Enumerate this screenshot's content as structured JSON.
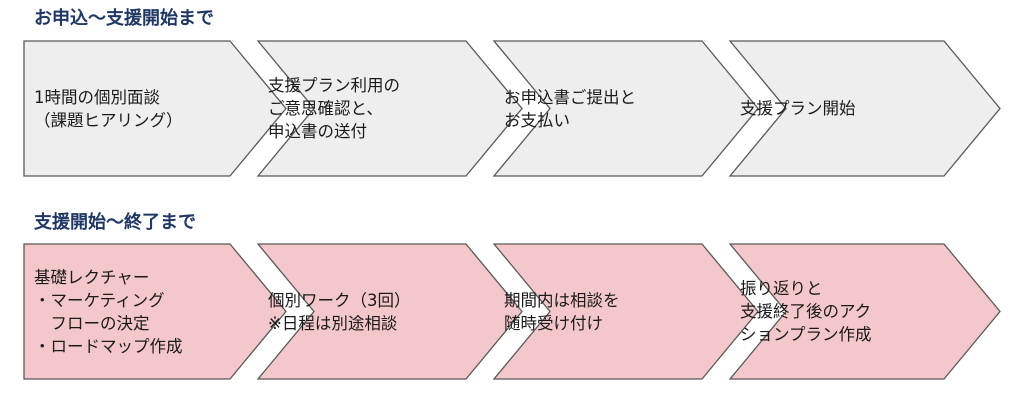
{
  "colors": {
    "title": "#1f3864",
    "stroke": "#595959",
    "phase1_fill": "#eeeeee",
    "phase2_fill": "#f4c7ca",
    "text": "#1a1a1a"
  },
  "sections": [
    {
      "title": "お申込〜支援開始まで",
      "steps": [
        {
          "text": "1時間の個別面談\n（課題ヒアリング）"
        },
        {
          "text": "支援プラン利用の\nご意思確認と、\n申込書の送付"
        },
        {
          "text": "お申込書ご提出と\nお支払い"
        },
        {
          "text": "支援プラン開始"
        }
      ]
    },
    {
      "title": "支援開始〜終了まで",
      "steps": [
        {
          "text": "基礎レクチャー\n・マーケティング\n　フローの決定\n・ロードマップ作成"
        },
        {
          "text": "個別ワーク（3回）\n※日程は別途相談"
        },
        {
          "text": "期間内は相談を\n随時受け付け"
        },
        {
          "text": "振り返りと\n支援終了後のアク\nションプラン作成"
        }
      ]
    }
  ]
}
